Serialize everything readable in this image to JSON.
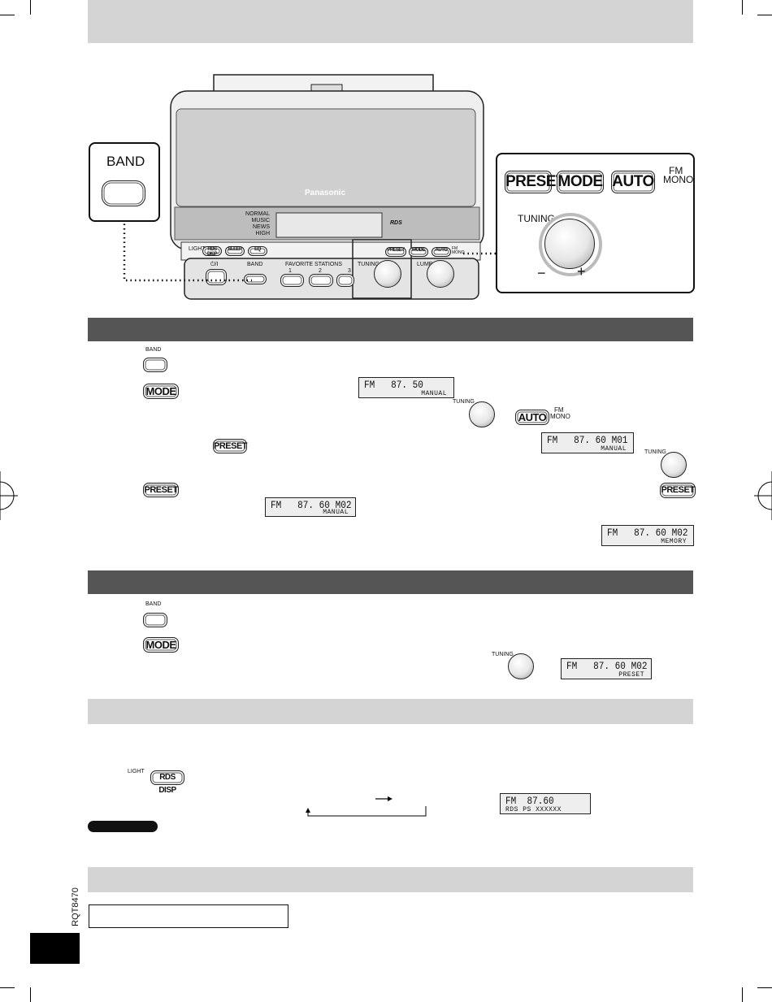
{
  "device": {
    "brand": "Panasonic",
    "logo": "RDS",
    "eq_modes": [
      "NORMAL",
      "MUSIC",
      "NEWS",
      "HIGH"
    ],
    "panel_buttons": [
      "LIGHT",
      "RDS DISP",
      "SLEEP",
      "EQ"
    ],
    "power_label": "⏻/I",
    "band_label": "BAND",
    "favorite_label": "FAVORITE STATIONS",
    "favorite_numbers": [
      "1",
      "2",
      "3"
    ],
    "tuning_label": "TUNING",
    "volume_label": "LUME",
    "right_buttons": [
      "PRESET",
      "MODE",
      "AUTO",
      "FM MONO"
    ]
  },
  "callout_band": {
    "label": "BAND"
  },
  "callout_zoom": {
    "preset": "PRESET",
    "mode": "MODE",
    "auto": "AUTO",
    "fm": "FM",
    "mono": "MONO",
    "tuning": "TUNING",
    "minus": "−",
    "plus": "+"
  },
  "section1": {
    "band_label": "BAND",
    "mode_key": "MODE",
    "preset_key": "PRESET",
    "auto_key": "AUTO",
    "fm": "FM",
    "mono": "MONO",
    "tuning": "TUNING",
    "lcd1": {
      "top": "FM   87. 50",
      "bottom": "MANUAL"
    },
    "lcd2": {
      "top": "FM   87. 60 M01",
      "bottom": "MANUAL"
    },
    "lcd3": {
      "top": "FM   87. 60 M02",
      "bottom": "MANUAL"
    },
    "lcd4": {
      "top": "FM   87. 60 M02",
      "bottom": "MEMORY"
    }
  },
  "section2": {
    "band_label": "BAND",
    "mode_key": "MODE",
    "tuning": "TUNING",
    "lcd": {
      "top": "FM   87. 60 M02",
      "bottom": "PRESET"
    }
  },
  "section3": {
    "light_label": "LIGHT",
    "rds_key": "RDS DISP",
    "lcd": {
      "top": "FM  87.60",
      "bottom": "RDS  PS  XXXXXX"
    }
  },
  "side_text": "RQT8470"
}
